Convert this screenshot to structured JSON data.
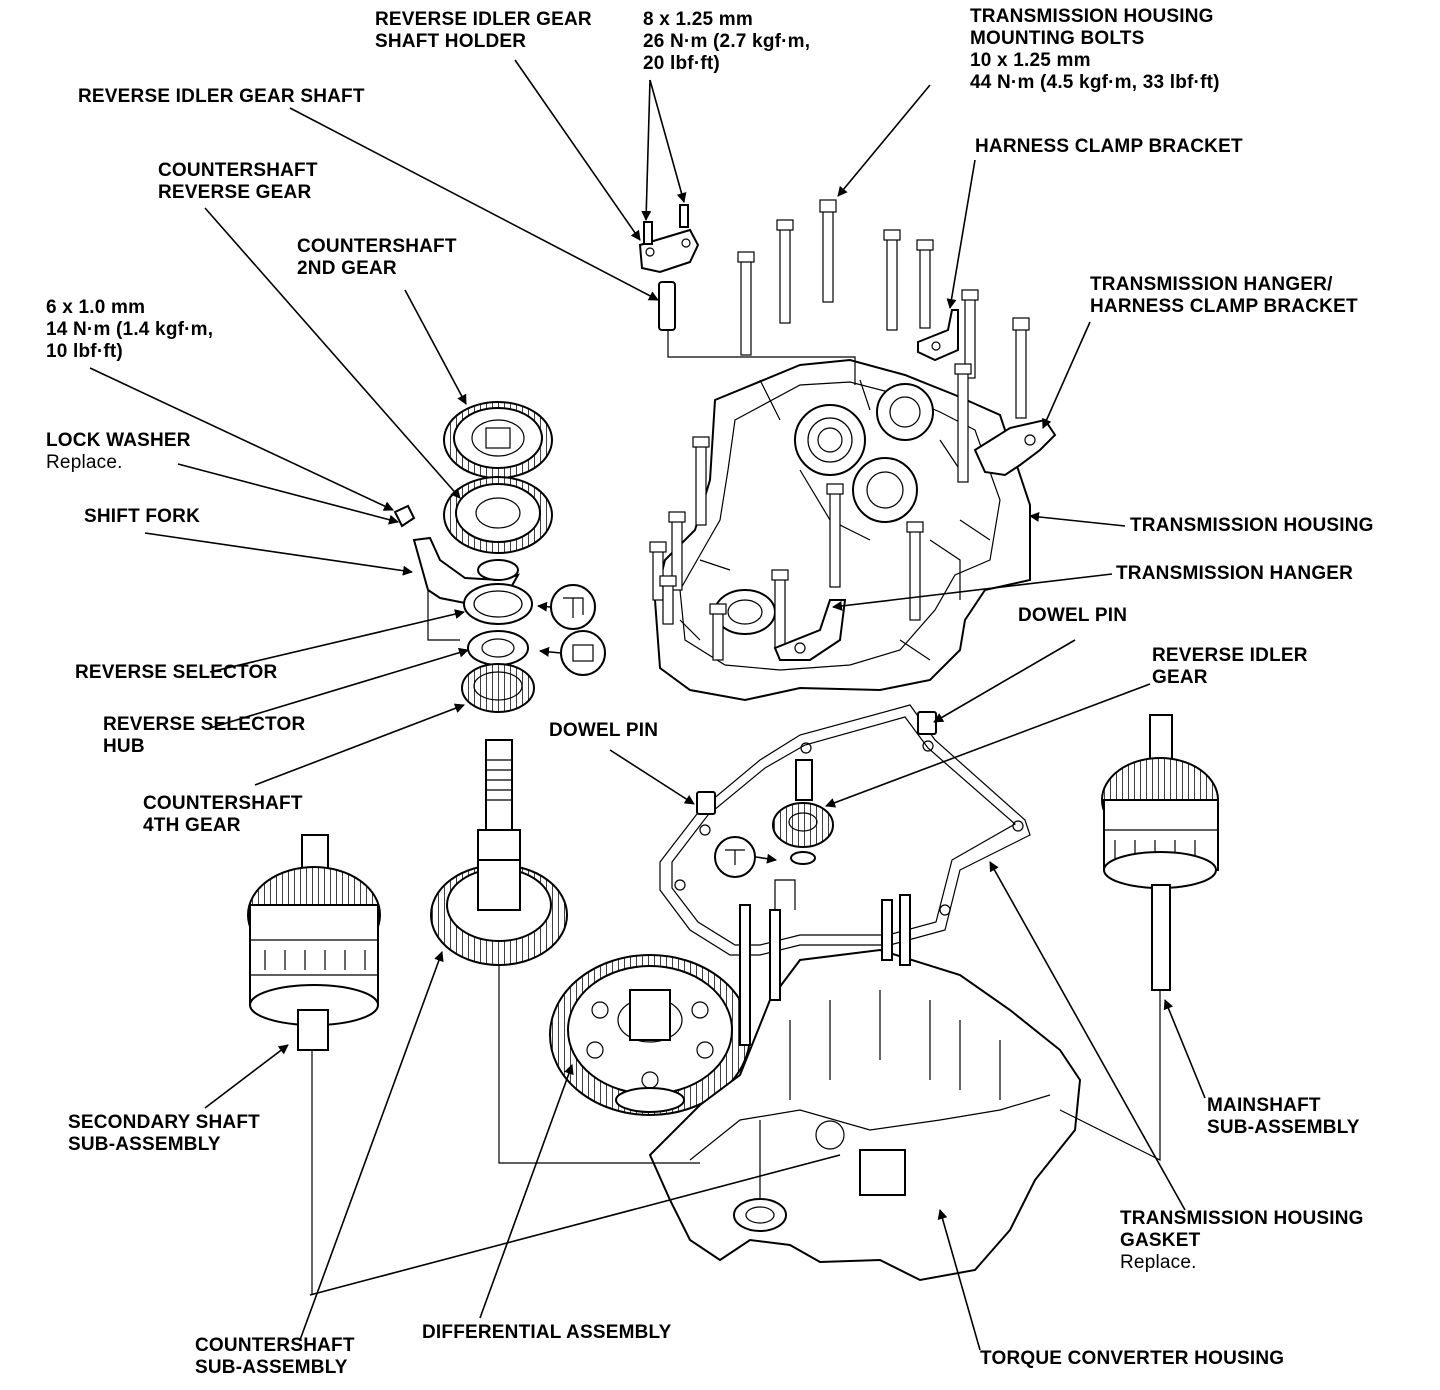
{
  "labels": {
    "reverse_idler_gear_shaft_holder": [
      "REVERSE IDLER GEAR",
      "SHAFT HOLDER"
    ],
    "holder_bolt_spec": [
      "8 x 1.25 mm",
      "26 N·m (2.7 kgf·m,",
      "20 lbf·ft)"
    ],
    "transmission_housing_mounting_bolts": [
      "TRANSMISSION HOUSING",
      "MOUNTING BOLTS",
      "10 x 1.25 mm",
      "44 N·m (4.5 kgf·m, 33 lbf·ft)"
    ],
    "reverse_idler_gear_shaft": "REVERSE IDLER GEAR SHAFT",
    "harness_clamp_bracket": "HARNESS CLAMP BRACKET",
    "countershaft_reverse_gear": [
      "COUNTERSHAFT",
      "REVERSE GEAR"
    ],
    "countershaft_2nd_gear": [
      "COUNTERSHAFT",
      "2ND GEAR"
    ],
    "transmission_hanger_harness_clamp_bracket": [
      "TRANSMISSION HANGER/",
      "HARNESS CLAMP BRACKET"
    ],
    "lock_bolt_spec": [
      "6 x 1.0 mm",
      "14 N·m (1.4 kgf·m,",
      "10 lbf·ft)"
    ],
    "lock_washer": "LOCK WASHER",
    "lock_washer_note": "Replace.",
    "shift_fork": "SHIFT FORK",
    "transmission_housing": "TRANSMISSION HOUSING",
    "transmission_hanger": "TRANSMISSION HANGER",
    "dowel_pin_upper": "DOWEL PIN",
    "reverse_selector": "REVERSE SELECTOR",
    "reverse_idler_gear": [
      "REVERSE IDLER",
      "GEAR"
    ],
    "reverse_selector_hub": [
      "REVERSE SELECTOR",
      "HUB"
    ],
    "dowel_pin_lower": "DOWEL PIN",
    "countershaft_4th_gear": [
      "COUNTERSHAFT",
      "4TH GEAR"
    ],
    "secondary_shaft_sub_assembly": [
      "SECONDARY SHAFT",
      "SUB-ASSEMBLY"
    ],
    "mainshaft_sub_assembly": [
      "MAINSHAFT",
      "SUB-ASSEMBLY"
    ],
    "transmission_housing_gasket": [
      "TRANSMISSION HOUSING",
      "GASKET"
    ],
    "transmission_housing_gasket_note": "Replace.",
    "countershaft_sub_assembly": [
      "COUNTERSHAFT",
      "SUB-ASSEMBLY"
    ],
    "differential_assembly": "DIFFERENTIAL ASSEMBLY",
    "torque_converter_housing": "TORQUE CONVERTER HOUSING"
  }
}
